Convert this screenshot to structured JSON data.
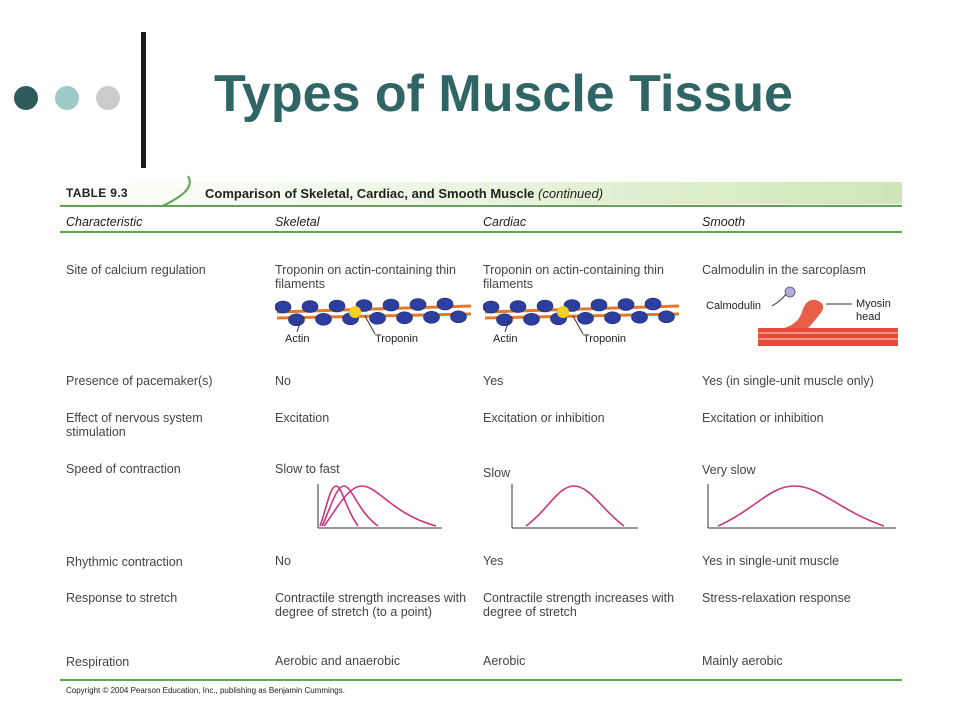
{
  "slide": {
    "title": "Types of Muscle Tissue",
    "bullet_colors": [
      "#2f5b5b",
      "#9ec9c9",
      "#cccccc"
    ]
  },
  "table": {
    "label": "TABLE 9.3",
    "caption": "Comparison of Skeletal, Cardiac, and Smooth Muscle",
    "caption_suffix": "(continued)",
    "columns": [
      "Characteristic",
      "Skeletal",
      "Cardiac",
      "Smooth"
    ],
    "rows": [
      {
        "characteristic": "Site of calcium regulation",
        "skeletal": "Troponin on actin-containing thin filaments",
        "cardiac": "Troponin on actin-containing thin filaments",
        "smooth": "Calmodulin in the sarcoplasm"
      },
      {
        "characteristic": "Presence of pacemaker(s)",
        "skeletal": "No",
        "cardiac": "Yes",
        "smooth": "Yes (in single-unit muscle only)"
      },
      {
        "characteristic": "Effect of nervous system stimulation",
        "skeletal": "Excitation",
        "cardiac": "Excitation or inhibition",
        "smooth": "Excitation or inhibition"
      },
      {
        "characteristic": "Speed of contraction",
        "skeletal": "Slow to fast",
        "cardiac": "Slow",
        "smooth": "Very slow"
      },
      {
        "characteristic": "Rhythmic contraction",
        "skeletal": "No",
        "cardiac": "Yes",
        "smooth": "Yes in single-unit muscle"
      },
      {
        "characteristic": "Response to stretch",
        "skeletal": "Contractile strength increases with degree of stretch (to a point)",
        "cardiac": "Contractile strength increases with degree of stretch",
        "smooth": "Stress-relaxation response"
      },
      {
        "characteristic": "Respiration",
        "skeletal": "Aerobic and anaerobic",
        "cardiac": "Aerobic",
        "smooth": "Mainly aerobic"
      }
    ],
    "figure_labels": {
      "actin": "Actin",
      "troponin": "Troponin",
      "calmodulin": "Calmodulin",
      "myosin": "Myosin",
      "head": "head"
    },
    "copyright": "Copyright © 2004 Pearson Education, Inc., publishing as Benjamin Cummings."
  },
  "colors": {
    "title": "#2f6565",
    "rule": "#5fa552",
    "curve": "#c8357f",
    "actin_bead": "#2d3f9e",
    "tropomyosin": "#e07a2e",
    "troponin": "#f2d21a"
  }
}
